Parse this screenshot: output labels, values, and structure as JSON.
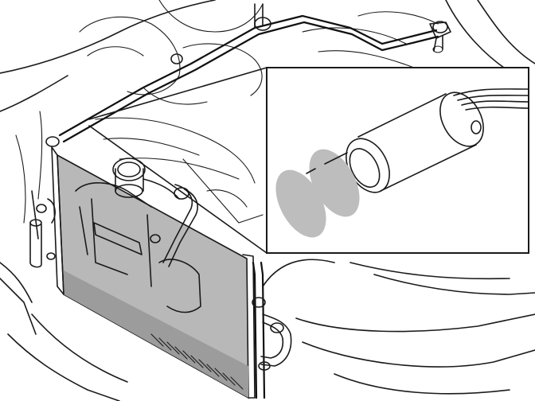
{
  "colors": {
    "line": "#1a1a1a",
    "condenser_fill": "#b8b8b8",
    "condenser_shade": "#9c9c9c",
    "seal_fill": "#bdbdbd",
    "background": "#ffffff"
  },
  "icons": {
    "condenser": "radiator-grid",
    "receiver_drier": "cylinder-canister",
    "o_rings": "seal-ring-pair"
  }
}
